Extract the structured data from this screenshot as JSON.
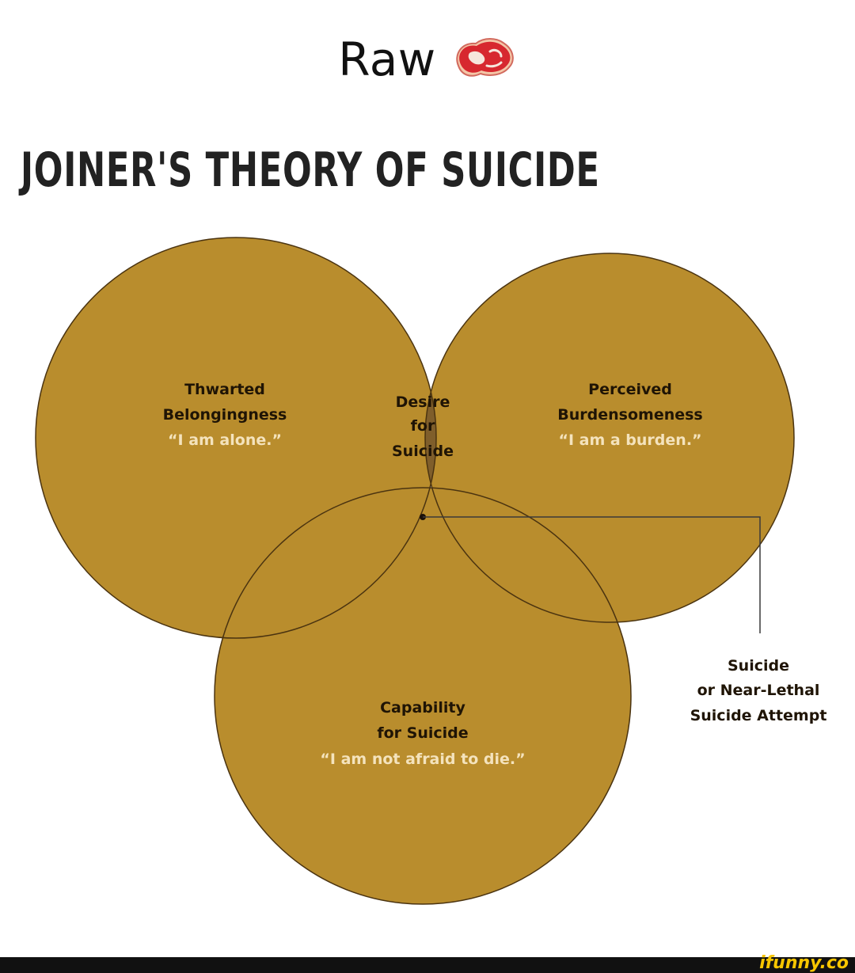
{
  "post": {
    "caption": "Raw",
    "caption_emoji": "raw-meat-icon"
  },
  "diagram": {
    "title": "JOINER'S THEORY OF SUICIDE",
    "colors": {
      "circle": "#b98d2d",
      "pair_overlap": "#7f5e2b",
      "center_overlap": "#4f3324",
      "outline": "#4a3310"
    },
    "circle_left": {
      "line1": "Thwarted",
      "line2": "Belongingness",
      "quote": "“I am alone.”"
    },
    "circle_right": {
      "line1": "Perceived",
      "line2": "Burdensomeness",
      "quote": "“I am a burden.”"
    },
    "circle_bottom": {
      "line1": "Capability",
      "line2": "for Suicide",
      "quote": "“I am not afraid to die.”"
    },
    "overlap": {
      "line1": "Desire",
      "line2": "for",
      "line3": "Suicide"
    },
    "callout": {
      "line1": "Suicide",
      "line2": "or Near-Lethal",
      "line3": "Suicide Attempt"
    }
  },
  "footer": {
    "watermark": "ifunny.co"
  }
}
